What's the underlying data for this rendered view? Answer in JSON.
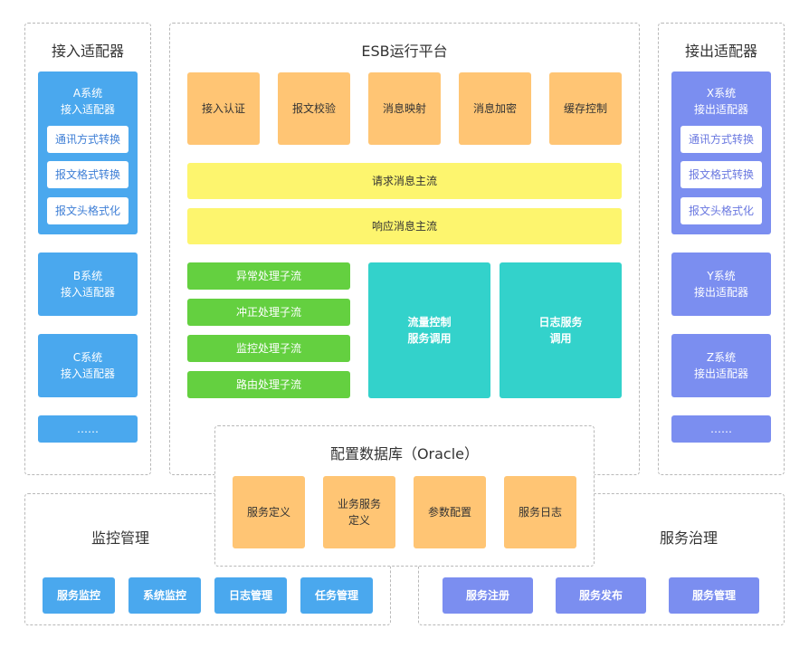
{
  "inbound": {
    "title": "接入适配器",
    "group_a": {
      "label": "A系统\n接入适配器",
      "items": [
        "通讯方式转换",
        "报文格式转换",
        "报文头格式化"
      ]
    },
    "systems": [
      "B系统\n接入适配器",
      "C系统\n接入适配器"
    ],
    "more": "……"
  },
  "outbound": {
    "title": "接出适配器",
    "group_x": {
      "label": "X系统\n接出适配器",
      "items": [
        "通讯方式转换",
        "报文格式转换",
        "报文头格式化"
      ]
    },
    "systems": [
      "Y系统\n接出适配器",
      "Z系统\n接出适配器"
    ],
    "more": "……"
  },
  "platform": {
    "title": "ESB运行平台",
    "modules": [
      "接入认证",
      "报文校验",
      "消息映射",
      "消息加密",
      "缓存控制"
    ],
    "main_flows": [
      "请求消息主流",
      "响应消息主流"
    ],
    "sub_flows": [
      "异常处理子流",
      "冲正处理子流",
      "监控处理子流",
      "路由处理子流"
    ],
    "services": [
      "流量控制\n服务调用",
      "日志服务\n调用"
    ]
  },
  "config_db": {
    "title": "配置数据库（Oracle）",
    "items": [
      "服务定义",
      "业务服务\n定义",
      "参数配置",
      "服务日志"
    ]
  },
  "monitoring": {
    "title": "监控管理",
    "items": [
      "服务监控",
      "系统监控",
      "日志管理",
      "任务管理"
    ]
  },
  "governance": {
    "title": "服务治理",
    "items": [
      "服务注册",
      "服务发布",
      "服务管理"
    ]
  },
  "colors": {
    "blue": "#4aa8ee",
    "purple": "#7b8ef0",
    "orange": "#ffc574",
    "yellow": "#fdf56e",
    "green": "#64d040",
    "teal": "#33d2cb"
  }
}
